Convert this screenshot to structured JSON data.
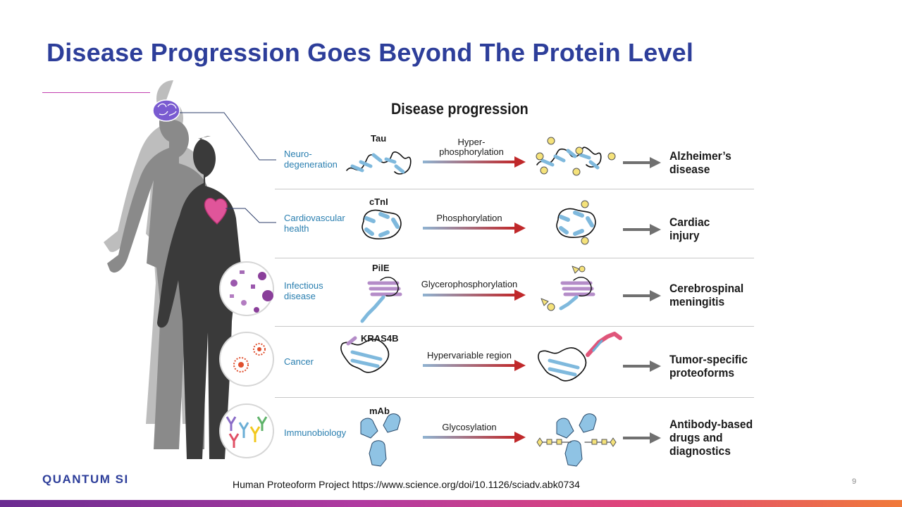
{
  "slide": {
    "title": "Disease Progression Goes Beyond The Protein Level",
    "page_number": "9"
  },
  "figure": {
    "title": "Disease progression",
    "rows": [
      {
        "category": "Neuro-\ndegeneration",
        "protein": "Tau",
        "process": "Hyper-\nphosphorylation",
        "outcome": "Alzheimer’s\ndisease"
      },
      {
        "category": "Cardiovascular\nhealth",
        "protein": "cTnI",
        "process": "Phosphorylation",
        "outcome": "Cardiac\ninjury"
      },
      {
        "category": "Infectious\ndisease",
        "protein": "PilE",
        "process": "Glycerophosphorylation",
        "outcome": "Cerebrospinal\nmeningitis"
      },
      {
        "category": "Cancer",
        "protein": "KRAS4B",
        "process": "Hypervariable region",
        "outcome": "Tumor-specific\nproteoforms"
      },
      {
        "category": "Immunobiology",
        "protein": "mAb",
        "process": "Glycosylation",
        "outcome": "Antibody-based\ndrugs and\ndiagnostics"
      }
    ]
  },
  "footer": {
    "logo_text": "QUANTUM SI",
    "citation": "Human  Proteoform Project https://www.science.org/doi/10.1126/sciadv.abk0734"
  },
  "colors": {
    "title": "#2d3e9a",
    "category_text": "#2a7fb0",
    "arrow_start": "#8fb3d1",
    "arrow_end": "#c0282a",
    "accent_bar": [
      "#6a2c91",
      "#e0457a",
      "#f07a3a"
    ]
  }
}
